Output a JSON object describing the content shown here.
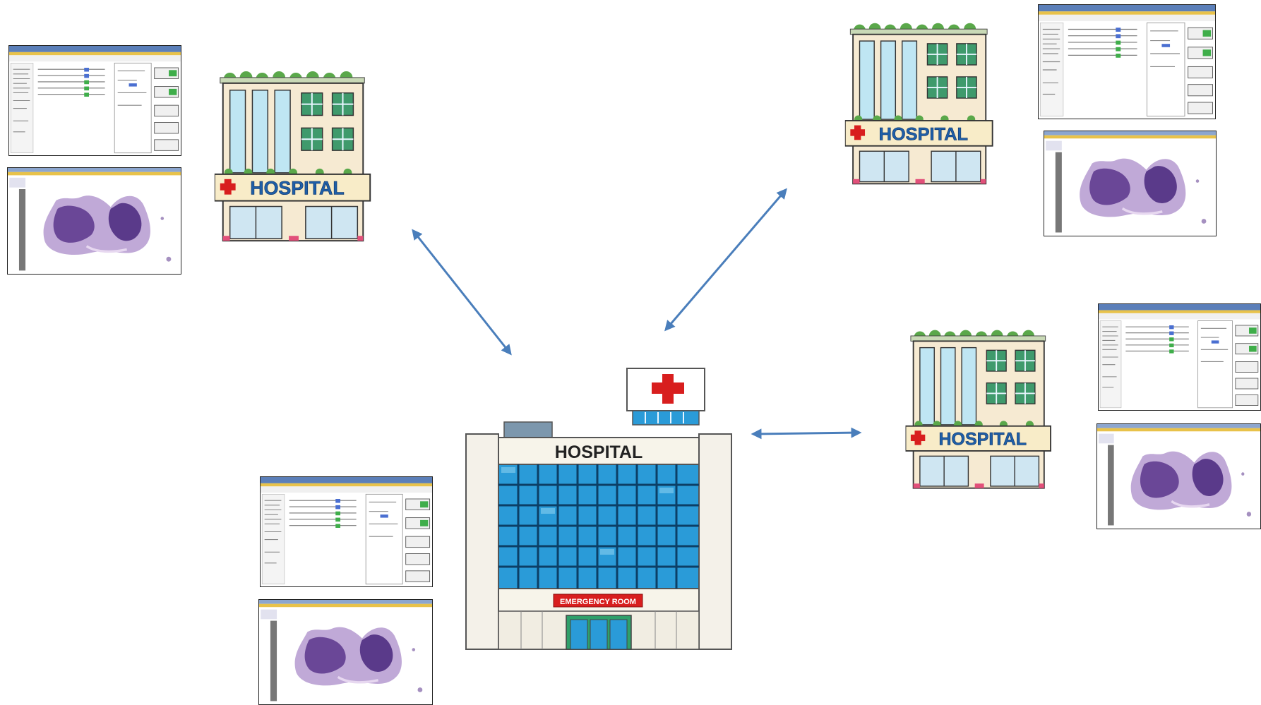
{
  "labels": {
    "hospital_sign": "HOSPITAL",
    "central_sign": "HOSPITAL",
    "emergency_sign": "EMERGENCY ROOM"
  },
  "colors": {
    "arrow": "#4a7ebb",
    "sign_blue": "#1f5fa8",
    "cross_red": "#d81e1e",
    "glass": "#2a9bd8",
    "pathology_purple": "#7b5aa6"
  },
  "nodes": [
    {
      "id": "central",
      "kind": "central-hospital"
    },
    {
      "id": "hospital-top-left",
      "kind": "hospital"
    },
    {
      "id": "hospital-top-right",
      "kind": "hospital"
    },
    {
      "id": "hospital-mid-right",
      "kind": "hospital"
    }
  ],
  "edges": [
    {
      "from": "central",
      "to": "hospital-top-left",
      "direction": "bidirectional"
    },
    {
      "from": "central",
      "to": "hospital-top-right",
      "direction": "bidirectional"
    },
    {
      "from": "central",
      "to": "hospital-mid-right",
      "direction": "bidirectional"
    }
  ]
}
